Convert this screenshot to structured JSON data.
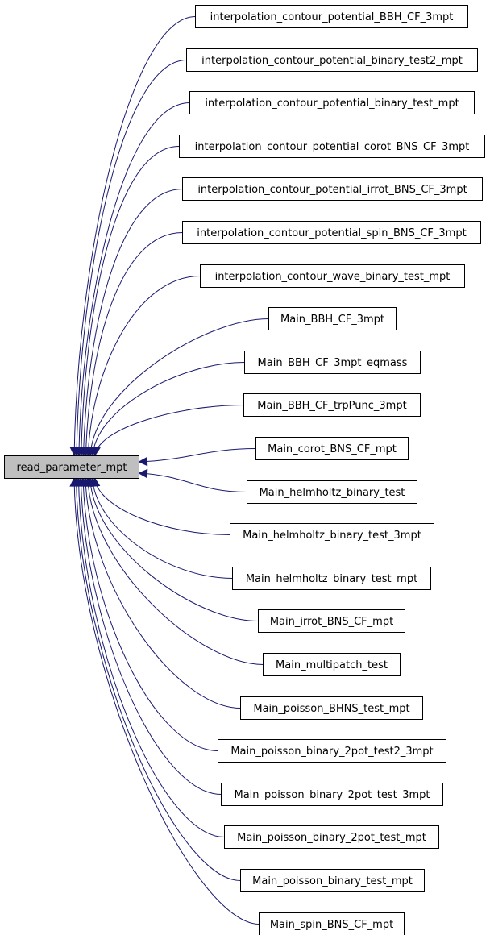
{
  "graph": {
    "root": "read_parameter_mpt",
    "edge_color": "#191970",
    "root_fill": "#bfbfbf",
    "callers": [
      "interpolation_contour_potential_BBH_CF_3mpt",
      "interpolation_contour_potential_binary_test2_mpt",
      "interpolation_contour_potential_binary_test_mpt",
      "interpolation_contour_potential_corot_BNS_CF_3mpt",
      "interpolation_contour_potential_irrot_BNS_CF_3mpt",
      "interpolation_contour_potential_spin_BNS_CF_3mpt",
      "interpolation_contour_wave_binary_test_mpt",
      "Main_BBH_CF_3mpt",
      "Main_BBH_CF_3mpt_eqmass",
      "Main_BBH_CF_trpPunc_3mpt",
      "Main_corot_BNS_CF_mpt",
      "Main_helmholtz_binary_test",
      "Main_helmholtz_binary_test_3mpt",
      "Main_helmholtz_binary_test_mpt",
      "Main_irrot_BNS_CF_mpt",
      "Main_multipatch_test",
      "Main_poisson_BHNS_test_mpt",
      "Main_poisson_binary_2pot_test2_3mpt",
      "Main_poisson_binary_2pot_test_3mpt",
      "Main_poisson_binary_2pot_test_mpt",
      "Main_poisson_binary_test_mpt",
      "Main_spin_BNS_CF_mpt"
    ]
  }
}
